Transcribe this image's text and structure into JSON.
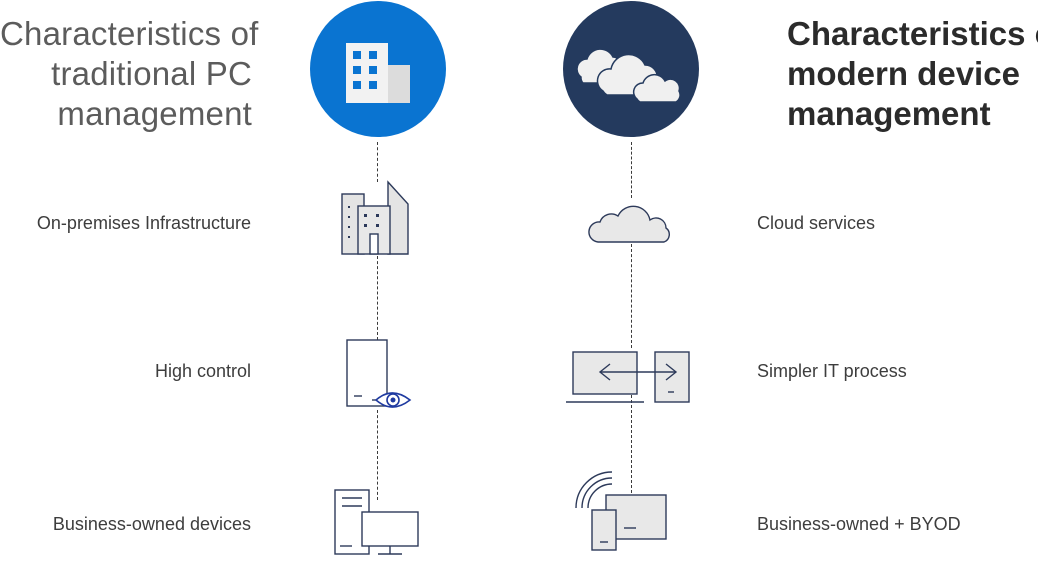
{
  "left": {
    "title_lines": [
      "Characteristics of",
      "traditional  PC",
      "management"
    ],
    "items": [
      {
        "label": "On-premises Infrastructure",
        "icon": "buildings-icon"
      },
      {
        "label": "High control",
        "icon": "device-eye-icon"
      },
      {
        "label": "Business-owned devices",
        "icon": "desktop-tower-icon"
      }
    ],
    "circle_icon": "office-building-icon",
    "circle_color": "#0a74d1"
  },
  "right": {
    "title_lines": [
      "Characteristics of",
      "modern device",
      "management"
    ],
    "items": [
      {
        "label": "Cloud services",
        "icon": "cloud-icon"
      },
      {
        "label": "Simpler IT process",
        "icon": "laptop-sync-icon"
      },
      {
        "label": "Business-owned + BYOD",
        "icon": "wireless-devices-icon"
      }
    ],
    "circle_icon": "clouds-icon",
    "circle_color": "#243a5e"
  }
}
